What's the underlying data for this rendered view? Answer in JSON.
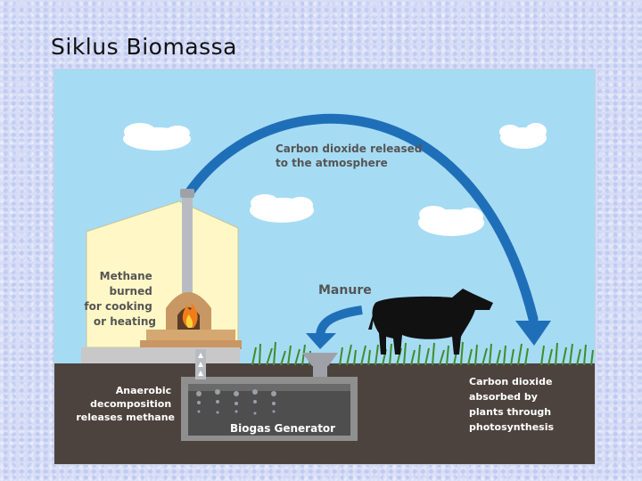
{
  "slide": {
    "title": "Siklus Biomassa"
  },
  "labels": {
    "co2_released": [
      "Carbon dioxide released",
      "to the atmosphere"
    ],
    "manure": "Manure",
    "methane_burned": [
      "Methane",
      "burned",
      "for cooking",
      "or heating"
    ],
    "anaerobic": [
      "Anaerobic",
      "decomposition",
      "releases methane"
    ],
    "biogas_generator": "Biogas Generator",
    "co2_absorbed": [
      "Carbon dioxide",
      "absorbed by",
      "plants through",
      "photosynthesis"
    ]
  },
  "colors": {
    "sky": "#a6dbf4",
    "soil": "#4d433e",
    "house": "#fff8c6",
    "arrow": "#1f6fb8",
    "label_dark": "#555555",
    "label_light": "#ffffff"
  },
  "icons": [
    "flame-icon",
    "cloud-icon",
    "cow-icon",
    "grass-icon",
    "arrow-icon"
  ]
}
